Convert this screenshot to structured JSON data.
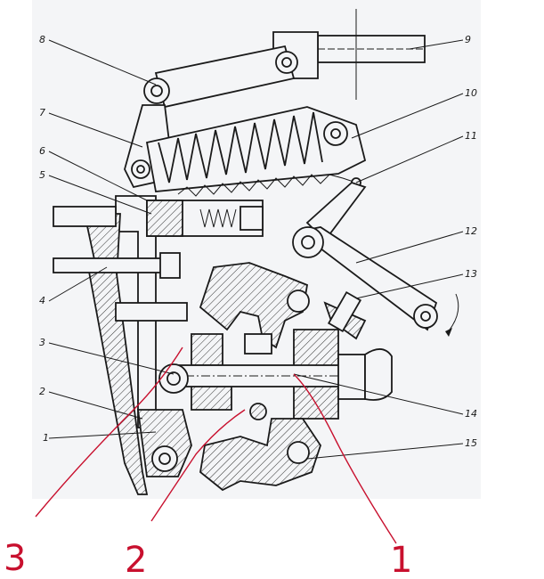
{
  "labels": [
    "1",
    "2",
    "3",
    "4",
    "5",
    "6",
    "7",
    "8",
    "9",
    "10",
    "11",
    "12",
    "13",
    "14",
    "15"
  ],
  "red_labels": [
    "1",
    "2",
    "3"
  ],
  "colors": {
    "paper": "#f4f5f7",
    "ink": "#1a1a1a",
    "annotation": "#c8102e"
  }
}
